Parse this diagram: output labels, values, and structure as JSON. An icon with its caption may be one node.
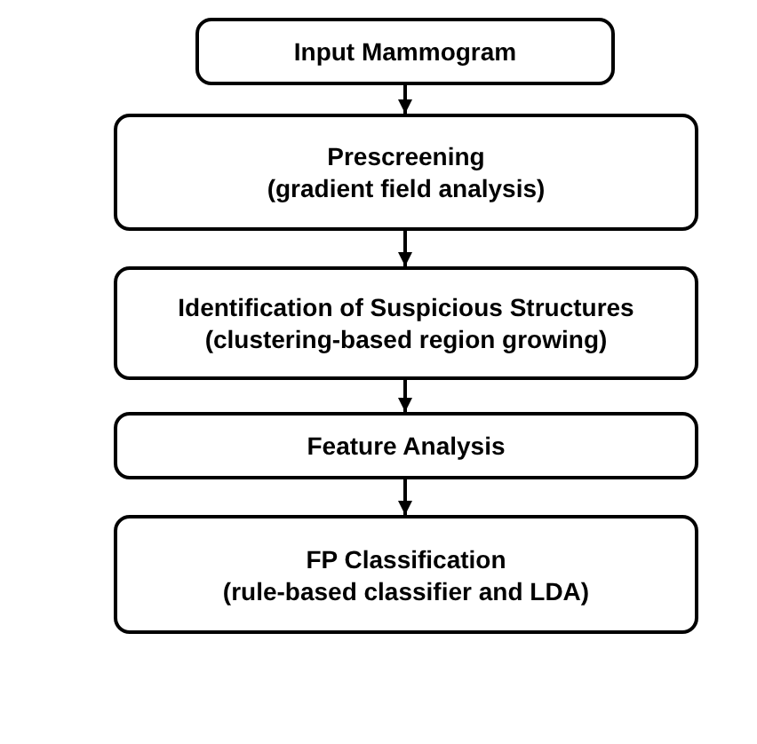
{
  "diagram": {
    "nodes": [
      {
        "text": [
          "Input Mammogram"
        ]
      },
      {
        "text": [
          "Prescreening",
          "(gradient field analysis)"
        ]
      },
      {
        "text": [
          "Identification of Suspicious Structures",
          "(clustering-based region growing)"
        ]
      },
      {
        "text": [
          "Feature Analysis"
        ]
      },
      {
        "text": [
          "FP Classification",
          "(rule-based classifier and LDA)"
        ]
      }
    ],
    "edges": [
      {
        "from": 0,
        "to": 1,
        "arrow": "to"
      },
      {
        "from": 1,
        "to": 2,
        "arrow": "to"
      },
      {
        "from": 2,
        "to": 3,
        "arrow": "to"
      },
      {
        "from": 3,
        "to": 4,
        "arrow": "to"
      }
    ]
  }
}
